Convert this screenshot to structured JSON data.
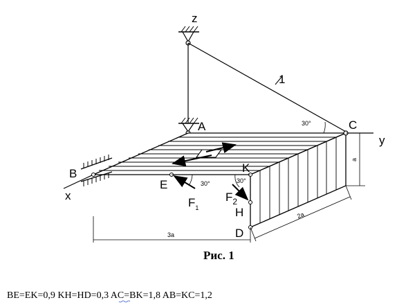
{
  "labels": {
    "z": "z",
    "y": "y",
    "x": "x",
    "A": "A",
    "B": "B",
    "C": "C",
    "D": "D",
    "E": "E",
    "H": "H",
    "K": "K",
    "F1": "F",
    "F1_sub": "1",
    "F2": "F",
    "F2_sub": "2",
    "rod": "1",
    "angle_C": "30°",
    "angle_E": "30°",
    "angle_K": "30°",
    "dim_3a": "3a",
    "dim_2a": "2a",
    "dim_a": "a"
  },
  "caption": "Рис. 1",
  "conditions": "BE=EK=0,9   KH=HD=0,3  AC=BK=1,8  AB=KC=1,2"
}
